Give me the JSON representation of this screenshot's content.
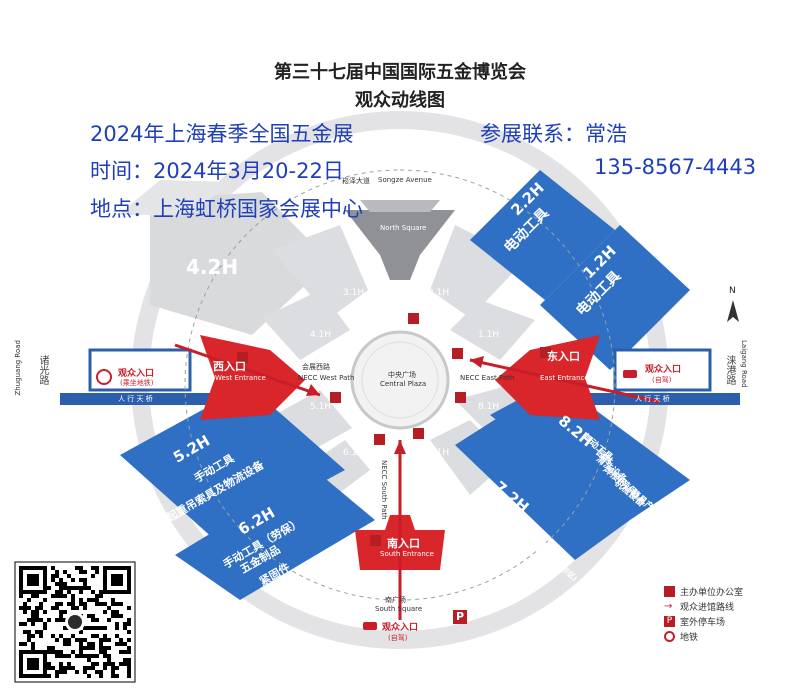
{
  "header": {
    "title_line1": "第三十七届中国国际五金博览会",
    "title_line2": "观众动线图"
  },
  "overlay": {
    "line1_left": "2024年上海春季全国五金展",
    "line1_right": "参展联系：常浩",
    "line2_left": "时间：2024年3月20-22日",
    "line2_right": "135-8567-4443",
    "line3": "地点：上海虹桥国家会展中心"
  },
  "halls": {
    "h22": {
      "id": "2.2H",
      "name": "电动工具"
    },
    "h12": {
      "id": "1.2H",
      "name": "电动工具"
    },
    "h42": {
      "id": "4.2H"
    },
    "h52": {
      "id": "5.2H",
      "line1": "手动工具",
      "line2": "起重吊索具及物流设备"
    },
    "h62": {
      "id": "6.2H",
      "line1": "手动工具（劳保）",
      "line2": "五金制品",
      "line3": "紧固件"
    },
    "h72": {
      "id": "7.2H",
      "line1": "暖通管件",
      "line2": "封连设备",
      "line3": "机器人",
      "line4": "(机器人会展示区)"
    },
    "h82": {
      "id": "8.2H",
      "line1": "气动工具",
      "line2": "园林",
      "line3": "清洗设备",
      "line4": "焊接(劳保)",
      "line5": "机械设备",
      "line6": "锁具产品"
    },
    "h31": "3.1H",
    "h21": "2.1H",
    "h41": "4.1H",
    "h11": "1.1H",
    "h51": "5.1H",
    "h81": "8.1H",
    "h61": "6.1H",
    "h71": "7.1H"
  },
  "roads": {
    "north_cn": "崧泽大道",
    "north_en": "Songze Avenue",
    "west_cn": "诸光路",
    "west_en": "Zhuguang Road",
    "east_cn": "涞港路",
    "east_en": "Laigang Road",
    "skybridge_west": "人 行 天 桥",
    "skybridge_east": "人 行 天 桥"
  },
  "places": {
    "north_square": "North Square",
    "central_cn": "中央广场",
    "central_en": "Central Plaza",
    "west_path": "NECC West Path",
    "west_path_cn": "会展西路",
    "east_path": "NECC East Path",
    "south_path": "NECC South Path",
    "south_square_cn": "南广场",
    "south_square_en": "South Square"
  },
  "entrances": {
    "west_cn": "西入口",
    "west_en": "West Entrance",
    "east_cn": "东入口",
    "east_en": "East Entrance",
    "south_cn": "南入口",
    "south_en": "South Entrance",
    "audience_west": "观众入口",
    "audience_west_sub": "(乘坐地铁)",
    "audience_east": "观众入口",
    "audience_east_sub": "(自驾)",
    "audience_south": "观众入口",
    "audience_south_sub": "(自驾)"
  },
  "compass": "N",
  "legend": [
    {
      "icon": "office-icon",
      "label": "主办单位办公室"
    },
    {
      "icon": "route-arrow-icon",
      "label": "观众进馆路线"
    },
    {
      "icon": "parking-icon",
      "label": "室外停车场"
    },
    {
      "icon": "metro-icon",
      "label": "地铁"
    }
  ],
  "parking_letter": "P",
  "colors": {
    "hall_blue": "#2f6fc4",
    "hall_gray": "#d9dadc",
    "entrance_red": "#d8262b",
    "route_red": "#c81e2a",
    "overlay_blue": "#1f3fb8",
    "skybridge_blue": "#2b5fae"
  }
}
